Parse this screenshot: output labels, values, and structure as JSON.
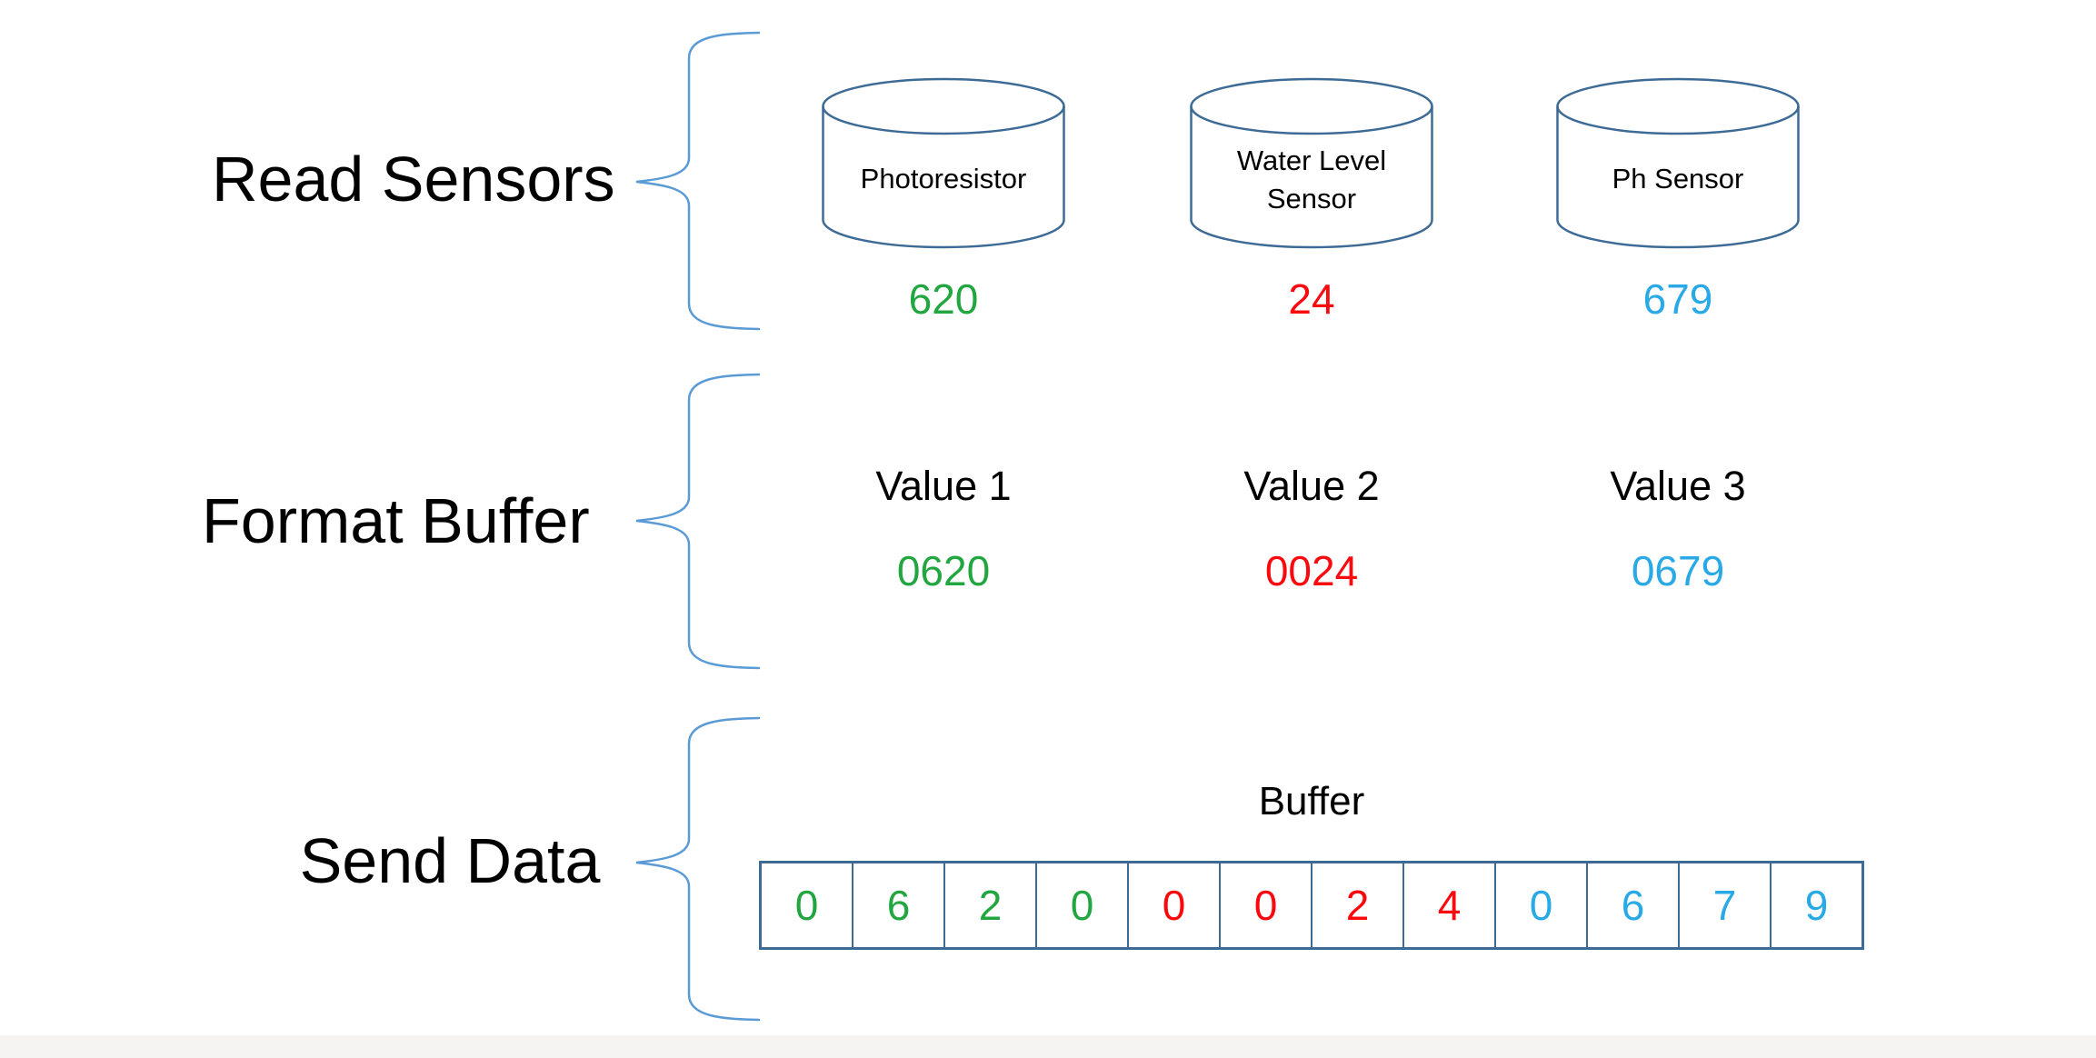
{
  "stages": [
    {
      "label": "Read Sensors"
    },
    {
      "label": "Format Buffer"
    },
    {
      "label": "Send Data"
    }
  ],
  "sensors": [
    {
      "name_lines": [
        "Photoresistor"
      ],
      "reading": "620",
      "color_name": "green",
      "formatted_label": "Value 1",
      "formatted_value": "0620"
    },
    {
      "name_lines": [
        "Water Level",
        "Sensor"
      ],
      "reading": "24",
      "color_name": "red",
      "formatted_label": "Value 2",
      "formatted_value": "0024"
    },
    {
      "name_lines": [
        "Ph Sensor"
      ],
      "reading": "679",
      "color_name": "blue",
      "formatted_label": "Value 3",
      "formatted_value": "0679"
    }
  ],
  "buffer": {
    "title": "Buffer",
    "cells": [
      {
        "digit": "0",
        "color_name": "green"
      },
      {
        "digit": "6",
        "color_name": "green"
      },
      {
        "digit": "2",
        "color_name": "green"
      },
      {
        "digit": "0",
        "color_name": "green"
      },
      {
        "digit": "0",
        "color_name": "red"
      },
      {
        "digit": "0",
        "color_name": "red"
      },
      {
        "digit": "2",
        "color_name": "red"
      },
      {
        "digit": "4",
        "color_name": "red"
      },
      {
        "digit": "0",
        "color_name": "blue"
      },
      {
        "digit": "6",
        "color_name": "blue"
      },
      {
        "digit": "7",
        "color_name": "blue"
      },
      {
        "digit": "9",
        "color_name": "blue"
      }
    ]
  },
  "colors": {
    "green": "#22A63F",
    "red": "#FA0A0F",
    "blue": "#29A9E6",
    "shape_outline": "#3D6B96",
    "brace": "#5B9BD5",
    "text": "#000000",
    "footer_band": "#F5F4F2"
  }
}
